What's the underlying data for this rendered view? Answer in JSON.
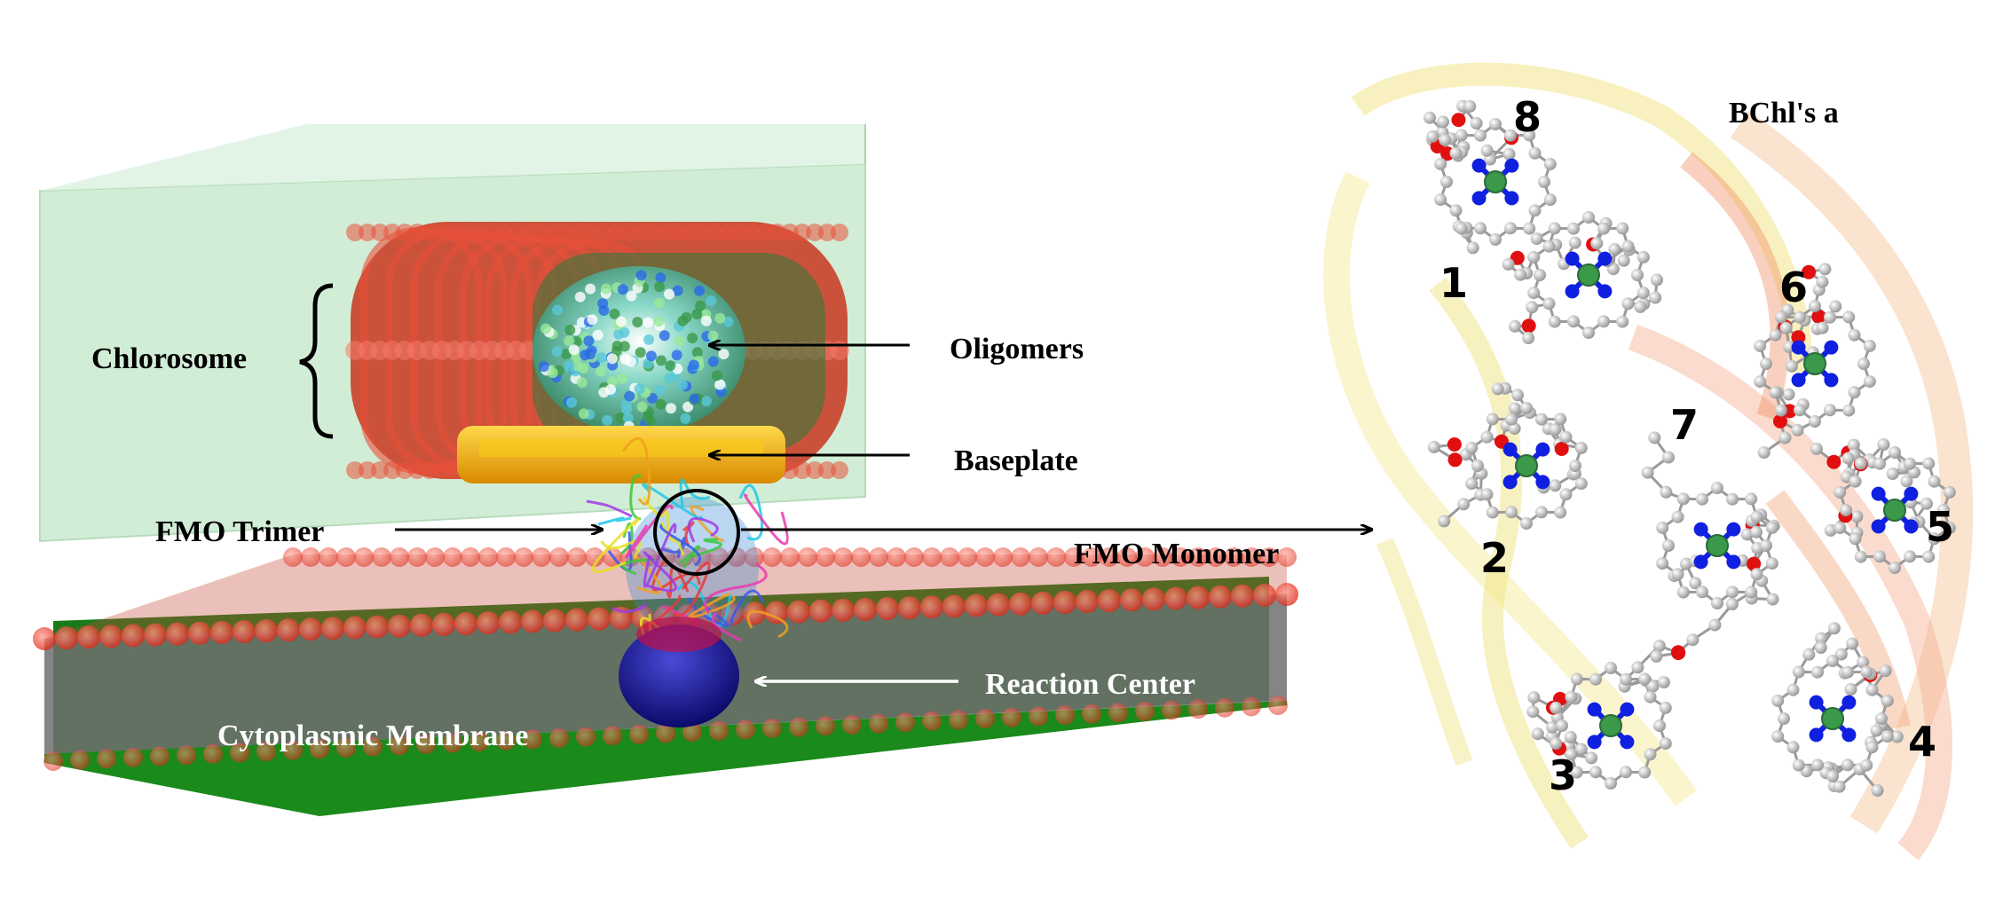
{
  "labels": {
    "chlorosome": "Chlorosome",
    "oligomers": "Oligomers",
    "baseplate": "Baseplate",
    "fmo_trimer": "FMO Trimer",
    "fmo_monomer": "FMO Monomer",
    "reaction_center": "Reaction Center",
    "cytoplasmic_membrane": "Cytoplasmic Membrane",
    "bchl": "BChl's a"
  },
  "pigments": [
    {
      "id": "1",
      "label": "1"
    },
    {
      "id": "2",
      "label": "2"
    },
    {
      "id": "3",
      "label": "3"
    },
    {
      "id": "4",
      "label": "4"
    },
    {
      "id": "5",
      "label": "5"
    },
    {
      "id": "6",
      "label": "6"
    },
    {
      "id": "7",
      "label": "7"
    },
    {
      "id": "8",
      "label": "8"
    }
  ],
  "colors": {
    "box_fill": "#cdebd2",
    "membrane_gray": "#6b6b6b",
    "membrane_green": "#1a8a1a",
    "lipid_red": "#e83a2a",
    "reaction_center": "#1a1a9a",
    "baseplate": "#f0b000",
    "magnesium": "#3a9a4a",
    "nitrogen": "#1020e0",
    "oxygen": "#e01010",
    "carbon": "#c8c8c8"
  }
}
